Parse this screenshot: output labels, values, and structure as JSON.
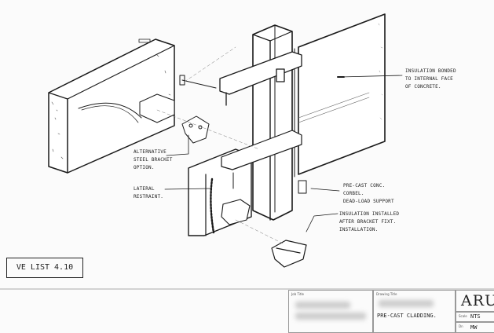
{
  "annotations": {
    "insulation_bonded": [
      "INSULATION BONDED",
      "TO INTERNAL FACE",
      "OF CONCRETE."
    ],
    "alternative_bracket": [
      "ALTERNATIVE",
      "STEEL BRACKET",
      "OPTION."
    ],
    "lateral_restraint": [
      "LATERAL",
      "RESTRAINT."
    ],
    "corbel": [
      "PRE-CAST CONC.",
      "CORBEL.",
      "DEAD-LOAD SUPPORT"
    ],
    "insulation_installed": [
      "INSULATION INSTALLED",
      "AFTER BRACKET FIXT.",
      "INSTALLATION."
    ]
  },
  "ve_label": "VE LIST 4.10",
  "title_block": {
    "job_title_label": "Job Title",
    "drawing_title_label": "Drawing Title",
    "drawing_title": "PRE-CAST CLADDING.",
    "logo": "ARUP",
    "scale_label": "Scale",
    "scale_value": "NTS",
    "drawn_label": "Dn",
    "drawn_value": "MW"
  }
}
